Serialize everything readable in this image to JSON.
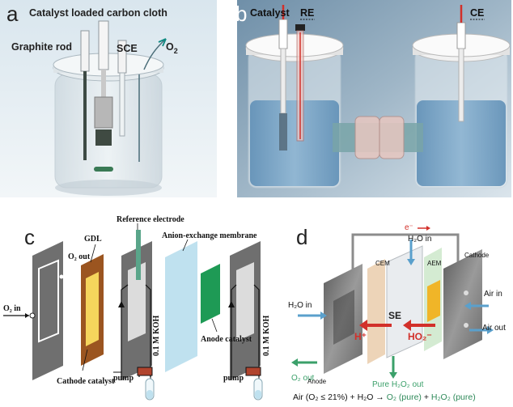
{
  "panel_a": {
    "letter": "a",
    "catalyst_label": "Catalyst loaded carbon cloth",
    "graphite_label": "Graphite rod",
    "sce_label": "SCE",
    "o2_base": "O",
    "o2_sub": "2"
  },
  "panel_b": {
    "letter": "b",
    "catalyst_label": "Catalyst",
    "re_label": "RE",
    "ce_label": "CE"
  },
  "panel_c": {
    "letter": "c",
    "gdl": "GDL",
    "o2_out": "O₂ out",
    "o2_in": "O₂ in",
    "reference_electrode": "Reference electrode",
    "membrane": "Anion-exchange membrane",
    "anode_catalyst": "Anode catalyst",
    "cathode_catalyst": "Cathode catalyst",
    "koh_1": "0.1 M KOH",
    "koh_2": "0.1 M KOH",
    "pump_1": "pump",
    "pump_2": "pump"
  },
  "panel_d": {
    "letter": "d",
    "electron": "e⁻",
    "h2o_in_top": "H₂O in",
    "cathode": "Cathode",
    "cem": "CEM",
    "aem": "AEM",
    "h2o_in_left": "H₂O in",
    "air_in": "Air in",
    "air_out": "Air out",
    "se": "SE",
    "h_plus": "H⁺",
    "ho2_minus": "HO₂⁻",
    "o2_out": "O₂ out",
    "anode": "Anode",
    "pure_h2o2_out": "Pure H₂O₂ out",
    "equation": {
      "part1": "Air (O₂ ≤ 21%) + H₂O → ",
      "part2": "O₂ (pure)",
      "part3": " + ",
      "part4": "H₂O₂ (pure)"
    }
  }
}
